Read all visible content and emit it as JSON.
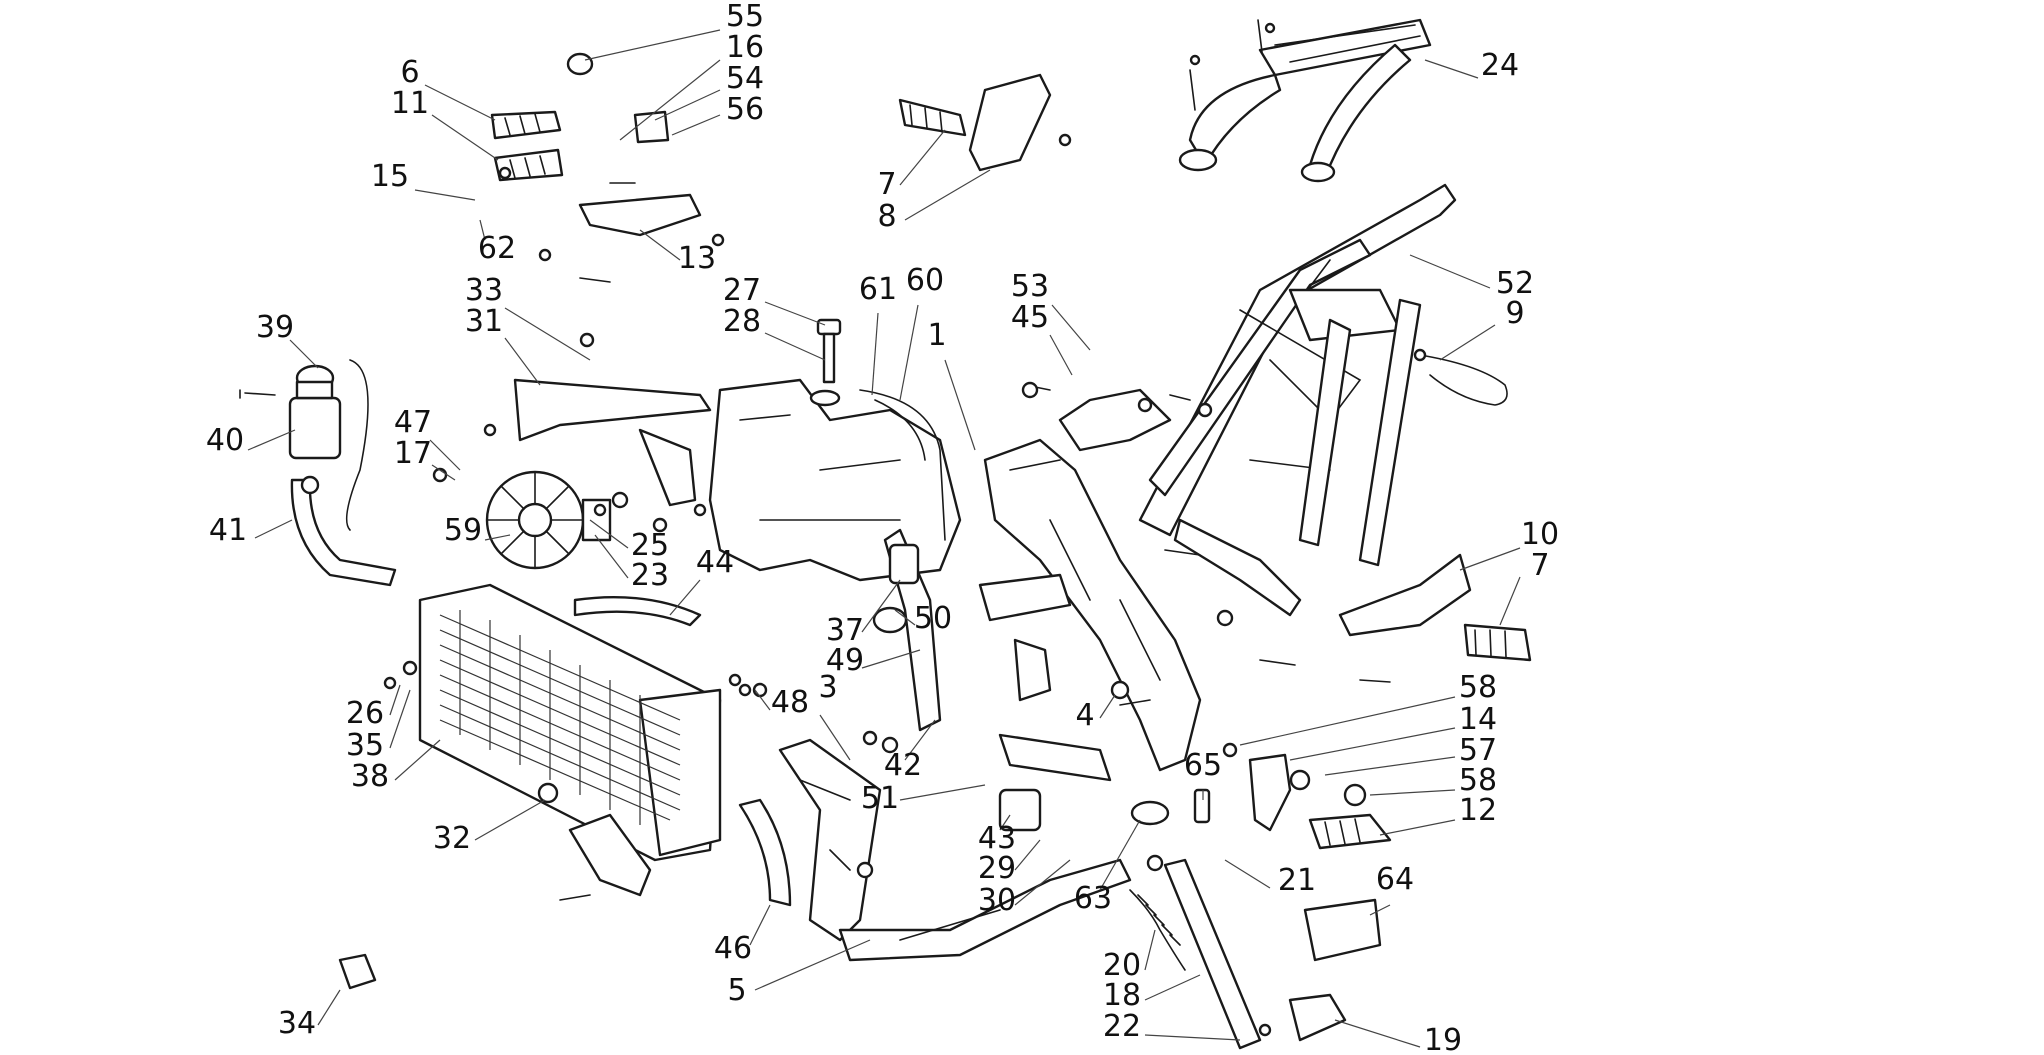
{
  "diagram": {
    "colors": {
      "ink": "#1a1a1a",
      "paper": "#ffffff",
      "leader": "#444444"
    },
    "callouts": [
      {
        "id": "55",
        "label": "55"
      },
      {
        "id": "16",
        "label": "16"
      },
      {
        "id": "54",
        "label": "54"
      },
      {
        "id": "56",
        "label": "56"
      },
      {
        "id": "6",
        "label": "6"
      },
      {
        "id": "11",
        "label": "11"
      },
      {
        "id": "15",
        "label": "15"
      },
      {
        "id": "62",
        "label": "62"
      },
      {
        "id": "13",
        "label": "13"
      },
      {
        "id": "7a",
        "label": "7"
      },
      {
        "id": "8",
        "label": "8"
      },
      {
        "id": "24",
        "label": "24"
      },
      {
        "id": "27",
        "label": "27"
      },
      {
        "id": "28",
        "label": "28"
      },
      {
        "id": "61",
        "label": "61"
      },
      {
        "id": "60",
        "label": "60"
      },
      {
        "id": "1",
        "label": "1"
      },
      {
        "id": "53",
        "label": "53"
      },
      {
        "id": "45",
        "label": "45"
      },
      {
        "id": "52",
        "label": "52"
      },
      {
        "id": "9",
        "label": "9"
      },
      {
        "id": "33",
        "label": "33"
      },
      {
        "id": "31",
        "label": "31"
      },
      {
        "id": "39",
        "label": "39"
      },
      {
        "id": "40",
        "label": "40"
      },
      {
        "id": "47",
        "label": "47"
      },
      {
        "id": "17",
        "label": "17"
      },
      {
        "id": "41",
        "label": "41"
      },
      {
        "id": "59",
        "label": "59"
      },
      {
        "id": "25",
        "label": "25"
      },
      {
        "id": "23",
        "label": "23"
      },
      {
        "id": "44",
        "label": "44"
      },
      {
        "id": "10",
        "label": "10"
      },
      {
        "id": "7b",
        "label": "7"
      },
      {
        "id": "37",
        "label": "37"
      },
      {
        "id": "50",
        "label": "50"
      },
      {
        "id": "49",
        "label": "49"
      },
      {
        "id": "26",
        "label": "26"
      },
      {
        "id": "35",
        "label": "35"
      },
      {
        "id": "38",
        "label": "38"
      },
      {
        "id": "48",
        "label": "48"
      },
      {
        "id": "3",
        "label": "3"
      },
      {
        "id": "42",
        "label": "42"
      },
      {
        "id": "4",
        "label": "4"
      },
      {
        "id": "58a",
        "label": "58"
      },
      {
        "id": "14",
        "label": "14"
      },
      {
        "id": "57",
        "label": "57"
      },
      {
        "id": "58b",
        "label": "58"
      },
      {
        "id": "12",
        "label": "12"
      },
      {
        "id": "51",
        "label": "51"
      },
      {
        "id": "65",
        "label": "65"
      },
      {
        "id": "32",
        "label": "32"
      },
      {
        "id": "43",
        "label": "43"
      },
      {
        "id": "29",
        "label": "29"
      },
      {
        "id": "30",
        "label": "30"
      },
      {
        "id": "63",
        "label": "63"
      },
      {
        "id": "21",
        "label": "21"
      },
      {
        "id": "64",
        "label": "64"
      },
      {
        "id": "46",
        "label": "46"
      },
      {
        "id": "5",
        "label": "5"
      },
      {
        "id": "20",
        "label": "20"
      },
      {
        "id": "18",
        "label": "18"
      },
      {
        "id": "22",
        "label": "22"
      },
      {
        "id": "19",
        "label": "19"
      },
      {
        "id": "34",
        "label": "34"
      }
    ]
  }
}
